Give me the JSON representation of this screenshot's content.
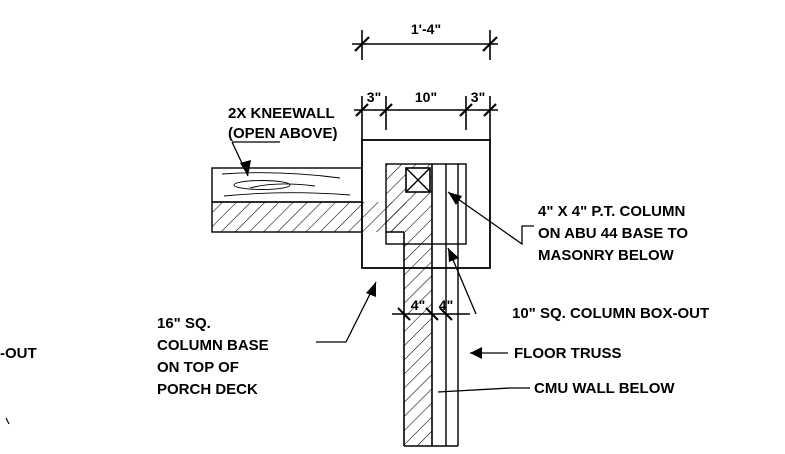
{
  "dimensions": {
    "overall": "1'-4\"",
    "left_margin": "3\"",
    "inner": "10\"",
    "right_margin": "3\"",
    "wall_left": "4\"",
    "wall_right": "4\""
  },
  "labels": {
    "kneewall_line1": "2X KNEEWALL",
    "kneewall_line2": "(OPEN ABOVE)",
    "column_line1": "4\" X 4\" P.T. COLUMN",
    "column_line2": "ON ABU 44 BASE TO",
    "column_line3": "MASONRY BELOW",
    "boxout": "10\"  SQ. COLUMN BOX-OUT",
    "base_line1": "16\" SQ.",
    "base_line2": "COLUMN BASE",
    "base_line3": "ON TOP OF",
    "base_line4": "PORCH DECK",
    "floor_truss": "FLOOR TRUSS",
    "cmu_wall": "CMU WALL BELOW",
    "cut_off": "-OUT"
  },
  "colors": {
    "ink": "#000000",
    "paper": "#ffffff"
  }
}
